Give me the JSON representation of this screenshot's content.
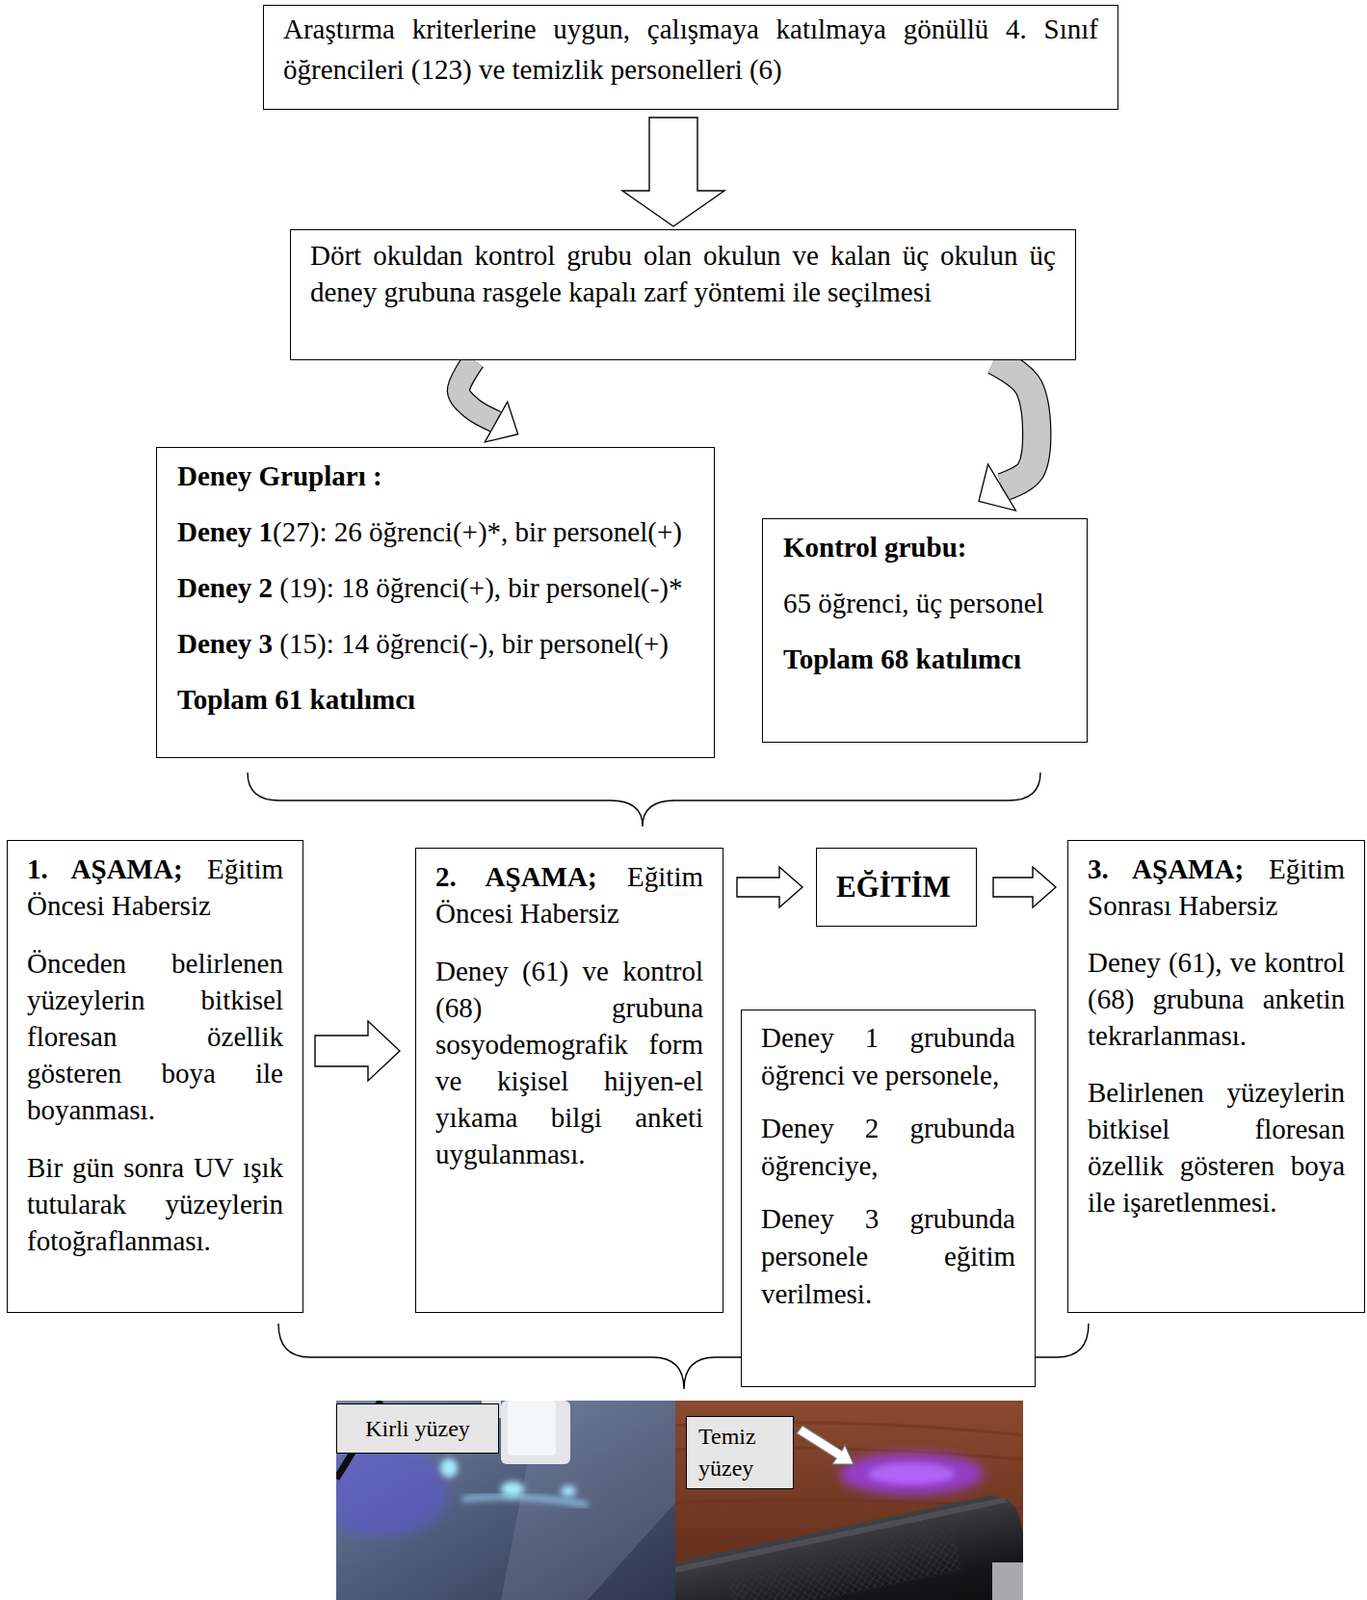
{
  "diagram": {
    "nodes": [
      {
        "text": [
          "Araştırma kriterlerine uygun, çalışmaya katılmaya gönüllü 4. Sınıf öğrencileri (123) ve temizlik personelleri (6)"
        ]
      },
      {
        "text": [
          "Dört okuldan kontrol grubu olan okulun ve kalan üç okulun üç deney grubuna rasgele kapalı zarf yöntemi ile seçilmesi"
        ]
      },
      {
        "text": [
          "Deney Grupları :",
          "Deney 1(27): 26 öğrenci(+)*, bir personel(+)",
          "Deney 2 (19): 18 öğrenci(+), bir personel(-)*",
          "Deney 3 (15): 14 öğrenci(-), bir personel(+)",
          "Toplam 61 katılımcı"
        ]
      },
      {
        "text": [
          "Kontrol grubu:",
          "65 öğrenci, üç personel",
          "Toplam 68 katılımcı"
        ]
      },
      {
        "text": [
          "1. AŞAMA; Eğitim Öncesi Habersiz",
          "Önceden belirlenen yüzeylerin bitkisel floresan özellik gösteren boya ile boyanması.",
          "Bir gün sonra UV ışık tutularak yüzeylerin fotoğraflanması."
        ]
      },
      {
        "text": [
          "2. AŞAMA; Eğitim Öncesi Habersiz",
          "Deney (61) ve kontrol (68) grubuna sosyodemografik form ve kişisel hijyen-el yıkama bilgi anketi uygulanması."
        ]
      },
      {
        "text": [
          "EĞİTİM"
        ]
      },
      {
        "text": [
          "Deney 1 grubunda öğrenci ve personele,",
          "Deney 2 grubunda öğrenciye,",
          "Deney 3 grubunda personele eğitim verilmesi."
        ]
      },
      {
        "text": [
          "3. AŞAMA; Eğitim Sonrası Habersiz",
          "Deney (61), ve kontrol (68) grubuna anketin tekrarlanması.",
          "Belirlenen yüzeylerin bitkisel floresan özellik gösteren boya ile işaretlenmesi."
        ]
      },
      {
        "text": [
          "Kirli yüzey"
        ]
      },
      {
        "text": [
          "Temiz yüzey"
        ]
      }
    ],
    "edges": [
      {
        "from": 0,
        "to": 1,
        "arrow": "to"
      },
      {
        "from": 1,
        "to": 2,
        "arrow": "to"
      },
      {
        "from": 1,
        "to": 3,
        "arrow": "to"
      },
      {
        "from": 4,
        "to": 5,
        "arrow": "to"
      },
      {
        "from": 5,
        "to": 6,
        "arrow": "to"
      },
      {
        "from": 6,
        "to": 8,
        "arrow": "to"
      }
    ]
  }
}
